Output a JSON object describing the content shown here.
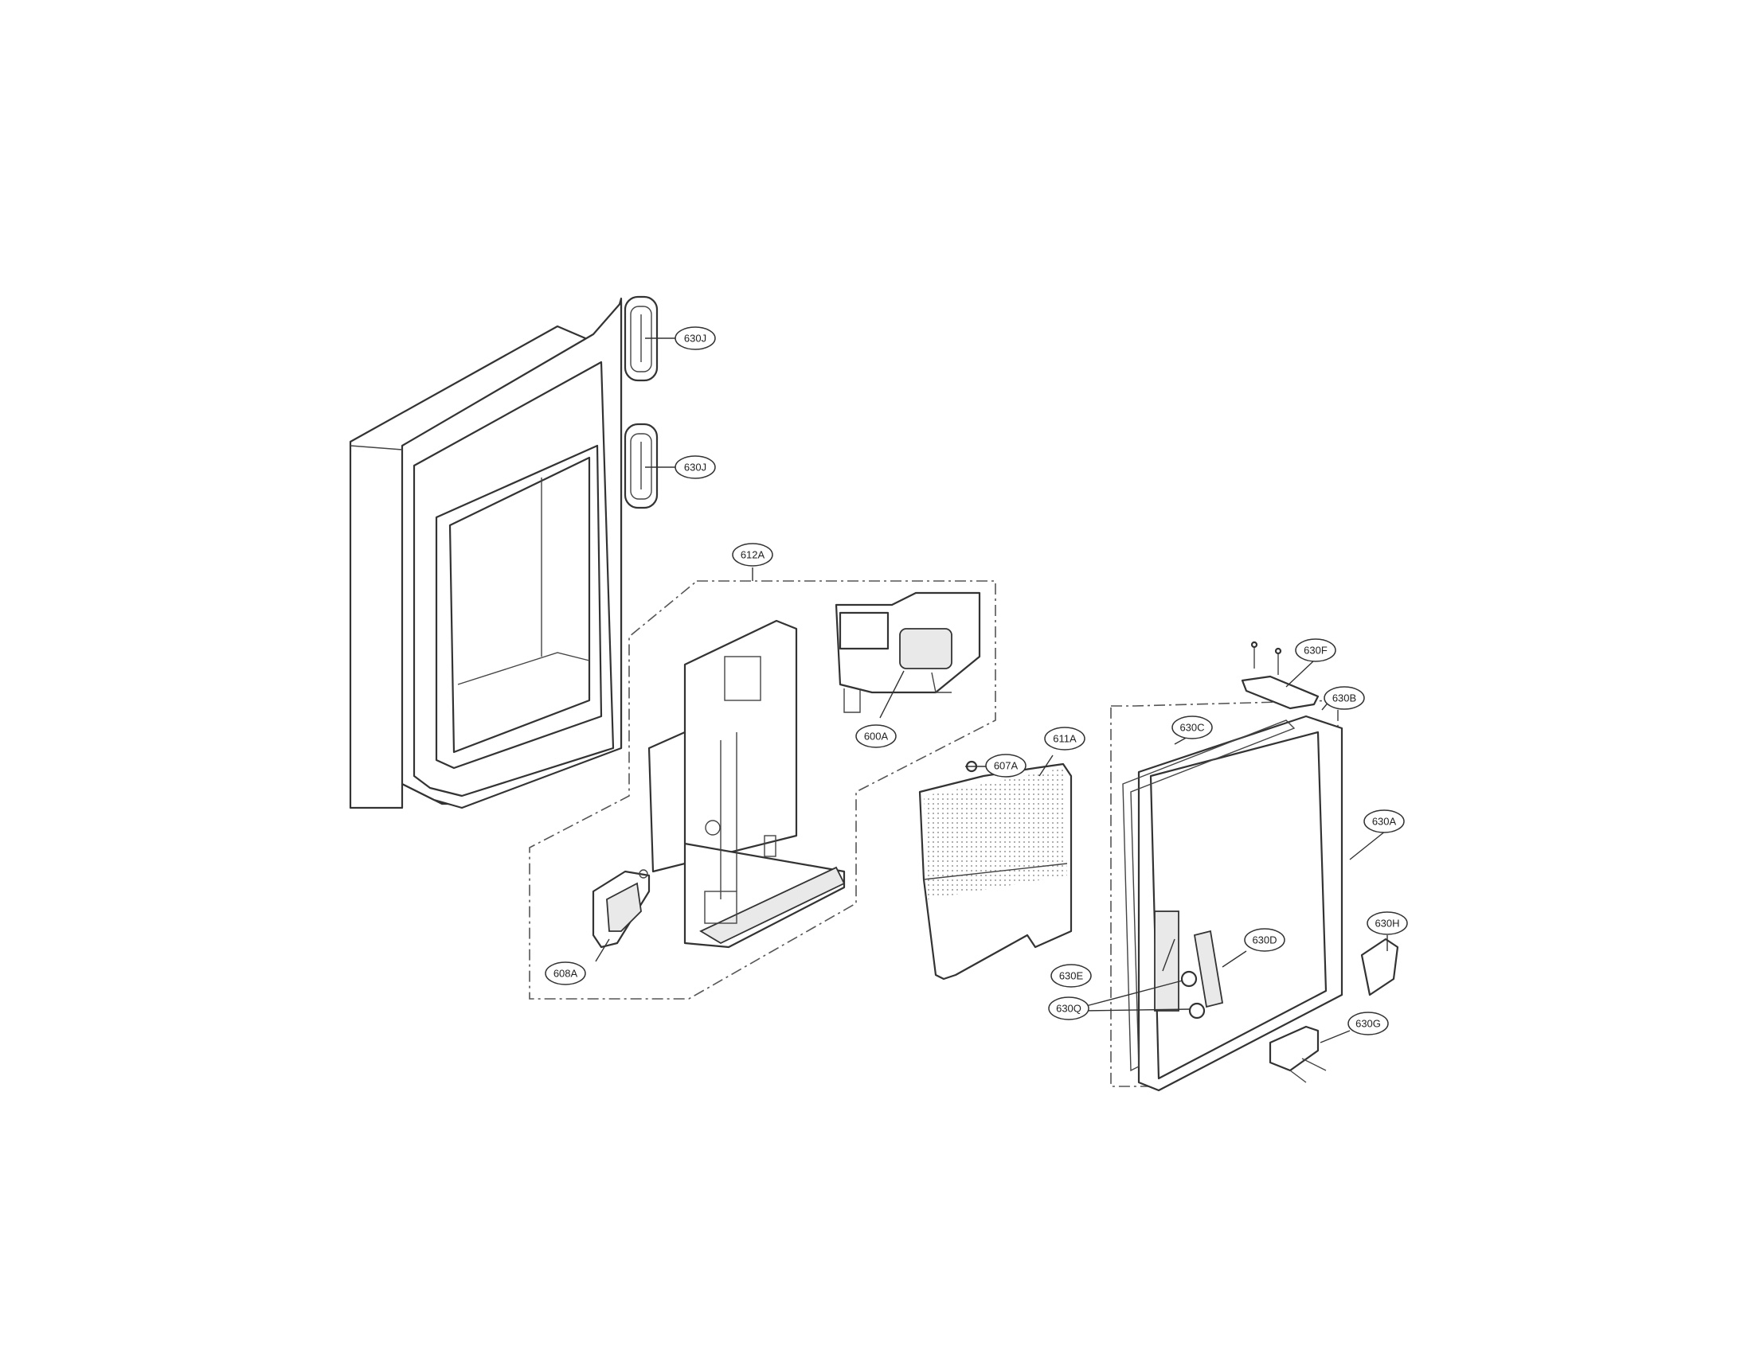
{
  "callouts": {
    "c630J_top": "630J",
    "c630J_bottom": "630J",
    "c612A": "612A",
    "c600A": "600A",
    "c607A": "607A",
    "c611A": "611A",
    "c608A": "608A",
    "c630F": "630F",
    "c630B": "630B",
    "c630C": "630C",
    "c630A": "630A",
    "c630H": "630H",
    "c630E": "630E",
    "c630D": "630D",
    "c630Q": "630Q",
    "c630G": "630G"
  }
}
